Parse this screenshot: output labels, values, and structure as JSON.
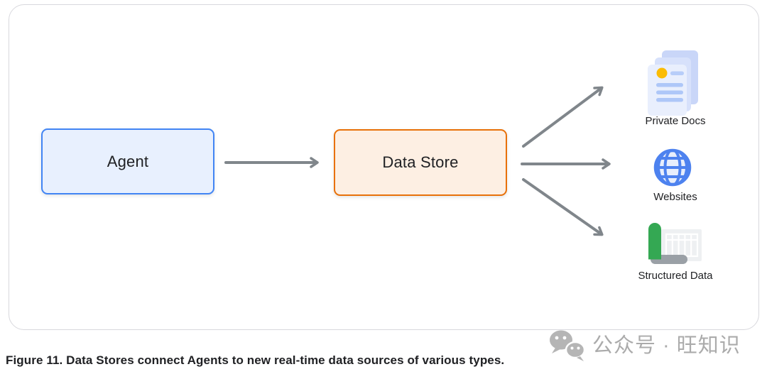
{
  "figure": {
    "caption": "Figure 11. Data Stores connect Agents to new real-time data sources of various types."
  },
  "diagram": {
    "nodes": [
      {
        "id": "agent",
        "label": "Agent"
      },
      {
        "id": "data-store",
        "label": "Data Store"
      }
    ],
    "targets": [
      {
        "id": "private-docs",
        "label": "Private Docs",
        "icon": "stacked-documents-icon"
      },
      {
        "id": "websites",
        "label": "Websites",
        "icon": "globe-icon"
      },
      {
        "id": "structured-data",
        "label": "Structured Data",
        "icon": "spreadsheet-scroll-icon"
      }
    ],
    "edges": [
      {
        "from": "agent",
        "to": "data-store"
      },
      {
        "from": "data-store",
        "to": "private-docs"
      },
      {
        "from": "data-store",
        "to": "websites"
      },
      {
        "from": "data-store",
        "to": "structured-data"
      }
    ]
  },
  "watermark": {
    "icon": "wechat-icon",
    "text": "公众号 · 旺知识"
  },
  "colors": {
    "agent_fill": "#e8f0fe",
    "agent_border": "#4285f4",
    "data_store_fill": "#fdefe3",
    "data_store_border": "#e8710a",
    "arrow": "#80868b",
    "frame_border": "#d8d8dd",
    "doc_page_back": "#c9d6f8",
    "doc_page_mid": "#d7e1fb",
    "doc_page_front": "#e9effd",
    "doc_line_blue": "#aec7f8",
    "doc_circle_yellow": "#fbbc04",
    "globe_blue": "#4d82ef",
    "globe_fill": "#e7eefc",
    "scroll_green": "#34a853",
    "scroll_gray": "#9aa0a6",
    "sheet_gray": "#eef0f2",
    "caption_text": "#202124",
    "watermark_gray": "#ababab"
  }
}
